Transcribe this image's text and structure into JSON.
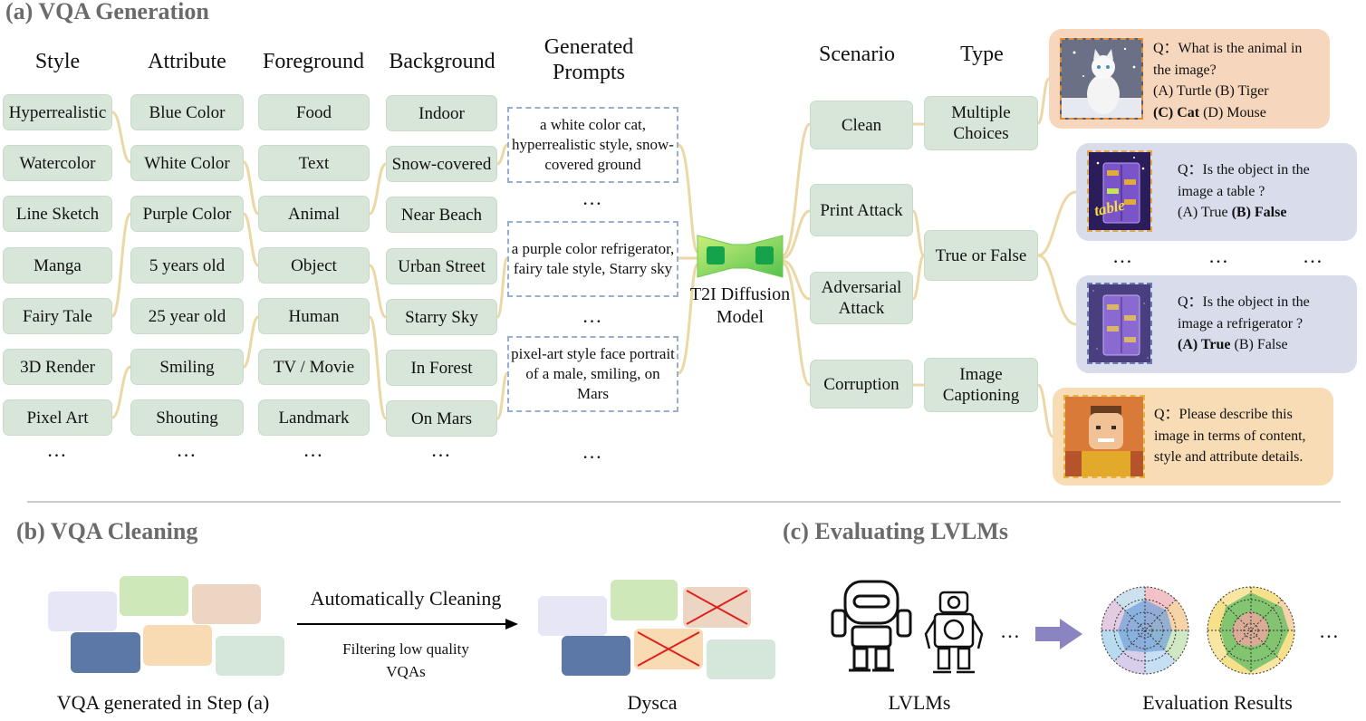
{
  "sections": {
    "a": "(a)  VQA Generation",
    "b": "(b)  VQA Cleaning",
    "c": "(c)  Evaluating LVLMs"
  },
  "columns": {
    "style": "Style",
    "attribute": "Attribute",
    "foreground": "Foreground",
    "background": "Background",
    "prompts": "Generated Prompts",
    "scenario": "Scenario",
    "type": "Type"
  },
  "style_items": [
    "Hyperrealistic",
    "Watercolor",
    "Line Sketch",
    "Manga",
    "Fairy Tale",
    "3D Render",
    "Pixel Art"
  ],
  "attribute_items": [
    "Blue Color",
    "White Color",
    "Purple Color",
    "5 years old",
    "25 year old",
    "Smiling",
    "Shouting"
  ],
  "foreground_items": [
    "Food",
    "Text",
    "Animal",
    "Object",
    "Human",
    "TV / Movie",
    "Landmark"
  ],
  "background_items": [
    "Indoor",
    "Snow-covered",
    "Near Beach",
    "Urban Street",
    "Starry Sky",
    "In Forest",
    "On Mars"
  ],
  "ellipsis": "…",
  "prompts": [
    "a white color cat, hyperrealistic style, snow-covered ground",
    "a purple color refrigerator, fairy tale style, Starry sky",
    "pixel-art style face portrait of a male, smiling, on Mars"
  ],
  "model_label": "T2I Diffusion Model",
  "scenarios": [
    "Clean",
    "Print Attack",
    "Adversarial Attack",
    "Corruption"
  ],
  "types": [
    "Multiple Choices",
    "True or False",
    "Image Captioning"
  ],
  "qa_cards": [
    {
      "lines": [
        "Q：What is the animal in",
        "the image?",
        "(A) Turtle  (B) Tiger"
      ],
      "bold": "(C) Cat",
      "rest": " (D) Mouse",
      "color": "#f6d7bd"
    },
    {
      "lines": [
        "Q：Is the object in the",
        "image a table ?"
      ],
      "prefix": "(A) True ",
      "bold": "(B) False",
      "color": "#d9dcea",
      "overlay_text": "table"
    },
    {
      "lines": [
        "Q：Is the object in the",
        "image a refrigerator ?"
      ],
      "bold": "(A) True",
      "rest": " (B) False",
      "color": "#d9dcea"
    },
    {
      "lines": [
        "Q：Please describe this",
        "image in terms of content,",
        "style and attribute details."
      ],
      "color": "#f8dcb5"
    }
  ],
  "cleaning": {
    "arrow_label": "Automatically Cleaning",
    "arrow_sub": "Filtering low quality VQAs",
    "left_caption": "VQA generated in Step (a)",
    "right_caption": "Dysca"
  },
  "evaluation": {
    "left_caption": "LVLMs",
    "right_caption": "Evaluation Results",
    "ellipsis": "…"
  },
  "colors": {
    "chip": "#d7e6d9",
    "connector": "#ecd7a6",
    "prompt_border": "#9aaed0",
    "section_title": "#6b6b6b"
  }
}
